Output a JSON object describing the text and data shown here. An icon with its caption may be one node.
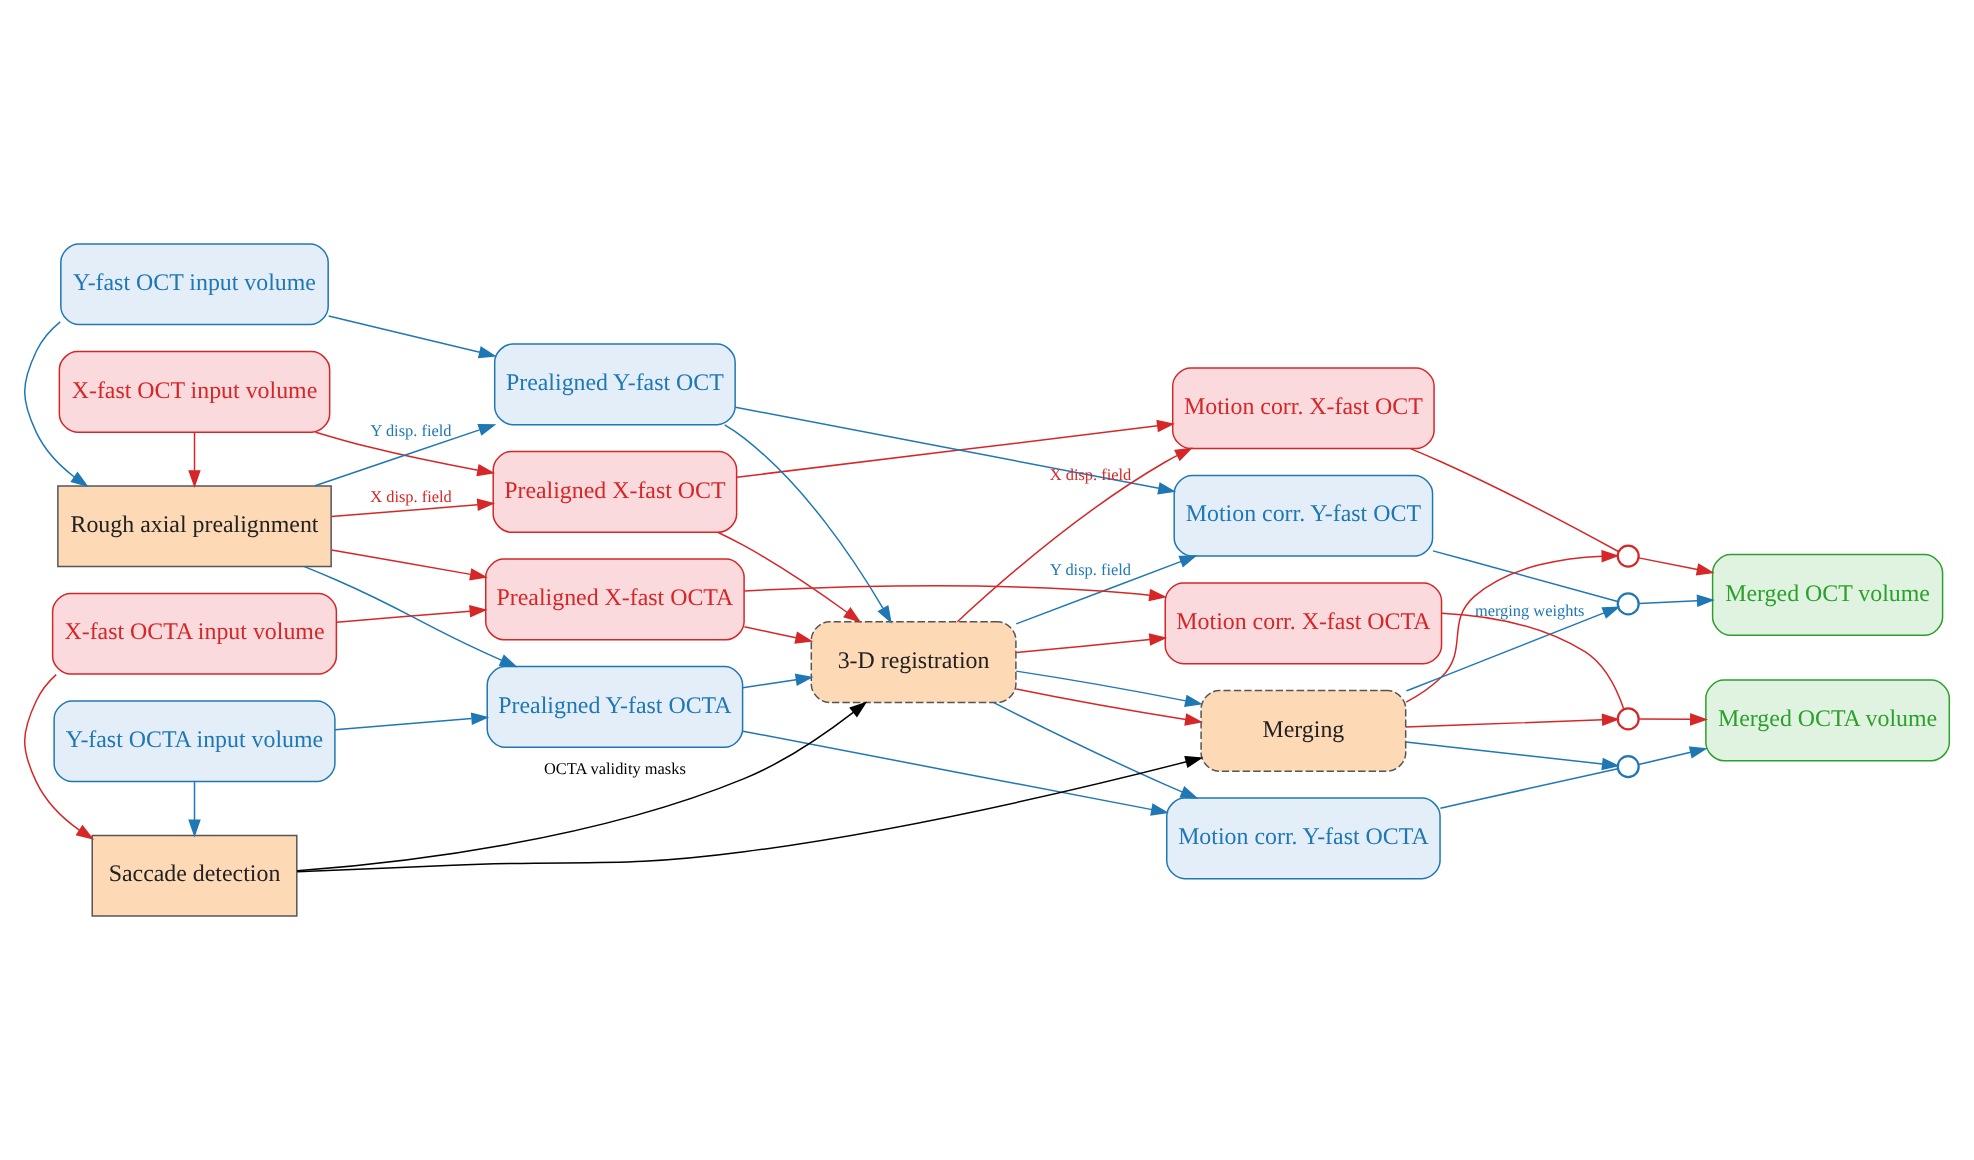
{
  "diagram": {
    "nodes": [
      {
        "text": [
          "X-fast OCT input volume"
        ]
      },
      {
        "text": [
          "Prealigned X-fast OCT"
        ]
      },
      {
        "text": [
          "Motion corr. X-fast OCT"
        ]
      },
      {
        "text": [
          "Merged OCT volume"
        ]
      },
      {
        "text": [
          "Y-fast OCT input volume"
        ]
      },
      {
        "text": [
          "Prealigned Y-fast OCT"
        ]
      },
      {
        "text": [
          "Motion corr. Y-fast OCT"
        ]
      },
      {
        "text": [
          "Rough axial prealignment"
        ]
      },
      {
        "text": [
          "3-D registration"
        ]
      },
      {
        "text": [
          "Merging"
        ]
      },
      {
        "text": [
          "X-fast OCTA input volume"
        ]
      },
      {
        "text": [
          "Prealigned X-fast OCTA"
        ]
      },
      {
        "text": [
          "Motion corr. X-fast OCTA"
        ]
      },
      {
        "text": [
          "Merged OCTA volume"
        ]
      },
      {
        "text": [
          "Y-fast OCTA input volume"
        ]
      },
      {
        "text": [
          "Prealigned Y-fast OCTA"
        ]
      },
      {
        "text": [
          "Motion corr. Y-fast OCTA"
        ]
      },
      {
        "text": [
          "Saccade detection"
        ]
      },
      {
        "text": [],
        "shape": "circle"
      },
      {
        "text": [],
        "shape": "circle"
      },
      {
        "text": [],
        "shape": "circle"
      },
      {
        "text": [],
        "shape": "circle"
      }
    ],
    "edges": [
      {
        "from": 0,
        "to": 1,
        "arrow": "to",
        "color": "#d62728"
      },
      {
        "from": 4,
        "to": 5,
        "arrow": "to",
        "color": "#1f77b4"
      },
      {
        "from": 10,
        "to": 11,
        "arrow": "to",
        "color": "#d62728"
      },
      {
        "from": 14,
        "to": 15,
        "arrow": "to",
        "color": "#1f77b4"
      },
      {
        "from": 0,
        "to": 7,
        "arrow": "to",
        "color": "#d62728"
      },
      {
        "from": 4,
        "to": 7,
        "arrow": "to",
        "color": "#1f77b4"
      },
      {
        "from": 10,
        "to": 17,
        "arrow": "to",
        "color": "#d62728"
      },
      {
        "from": 14,
        "to": 17,
        "arrow": "to",
        "color": "#1f77b4"
      },
      {
        "from": 7,
        "to": 1,
        "label": "X disp. field",
        "arrow": "to",
        "color": "#d62728"
      },
      {
        "from": 7,
        "to": 11,
        "arrow": "to",
        "color": "#d62728"
      },
      {
        "from": 7,
        "to": 5,
        "label": "Y disp. field",
        "arrow": "to",
        "color": "#1f77b4"
      },
      {
        "from": 7,
        "to": 15,
        "arrow": "to",
        "color": "#1f77b4"
      },
      {
        "from": 1,
        "to": 8,
        "arrow": "to",
        "color": "#d62728"
      },
      {
        "from": 5,
        "to": 8,
        "arrow": "to",
        "color": "#1f77b4"
      },
      {
        "from": 11,
        "to": 8,
        "arrow": "to",
        "color": "#d62728"
      },
      {
        "from": 15,
        "to": 8,
        "arrow": "to",
        "color": "#1f77b4"
      },
      {
        "from": 17,
        "to": 8,
        "label": "OCTA validity masks",
        "arrow": "to",
        "color": "#000000"
      },
      {
        "from": 17,
        "to": 9,
        "arrow": "to",
        "color": "#000000"
      },
      {
        "from": 1,
        "to": 2,
        "arrow": "to",
        "color": "#d62728"
      },
      {
        "from": 5,
        "to": 6,
        "arrow": "to",
        "color": "#1f77b4"
      },
      {
        "from": 11,
        "to": 12,
        "arrow": "to",
        "color": "#d62728"
      },
      {
        "from": 15,
        "to": 16,
        "arrow": "to",
        "color": "#1f77b4"
      },
      {
        "from": 8,
        "to": 2,
        "label": "X disp. field",
        "arrow": "to",
        "color": "#d62728"
      },
      {
        "from": 8,
        "to": 12,
        "arrow": "to",
        "color": "#d62728"
      },
      {
        "from": 8,
        "to": 9,
        "arrow": "to",
        "color": "#d62728"
      },
      {
        "from": 8,
        "to": 6,
        "label": "Y disp. field",
        "arrow": "to",
        "color": "#1f77b4"
      },
      {
        "from": 8,
        "to": 16,
        "arrow": "to",
        "color": "#1f77b4"
      },
      {
        "from": 8,
        "to": 9,
        "arrow": "to",
        "color": "#1f77b4"
      },
      {
        "from": 2,
        "to": 18,
        "arrow": "none",
        "color": "#d62728"
      },
      {
        "from": 6,
        "to": 19,
        "arrow": "none",
        "color": "#1f77b4"
      },
      {
        "from": 12,
        "to": 20,
        "arrow": "none",
        "color": "#d62728"
      },
      {
        "from": 16,
        "to": 21,
        "arrow": "none",
        "color": "#1f77b4"
      },
      {
        "from": 9,
        "to": 18,
        "arrow": "to",
        "color": "#d62728"
      },
      {
        "from": 9,
        "to": 19,
        "label": "merging weights",
        "arrow": "to",
        "color": "#1f77b4"
      },
      {
        "from": 9,
        "to": 20,
        "arrow": "to",
        "color": "#d62728"
      },
      {
        "from": 9,
        "to": 21,
        "arrow": "to",
        "color": "#1f77b4"
      },
      {
        "from": 18,
        "to": 3,
        "arrow": "to",
        "color": "#d62728"
      },
      {
        "from": 19,
        "to": 3,
        "arrow": "to",
        "color": "#1f77b4"
      },
      {
        "from": 20,
        "to": 13,
        "arrow": "to",
        "color": "#d62728"
      },
      {
        "from": 21,
        "to": 13,
        "arrow": "to",
        "color": "#1f77b4"
      }
    ]
  }
}
